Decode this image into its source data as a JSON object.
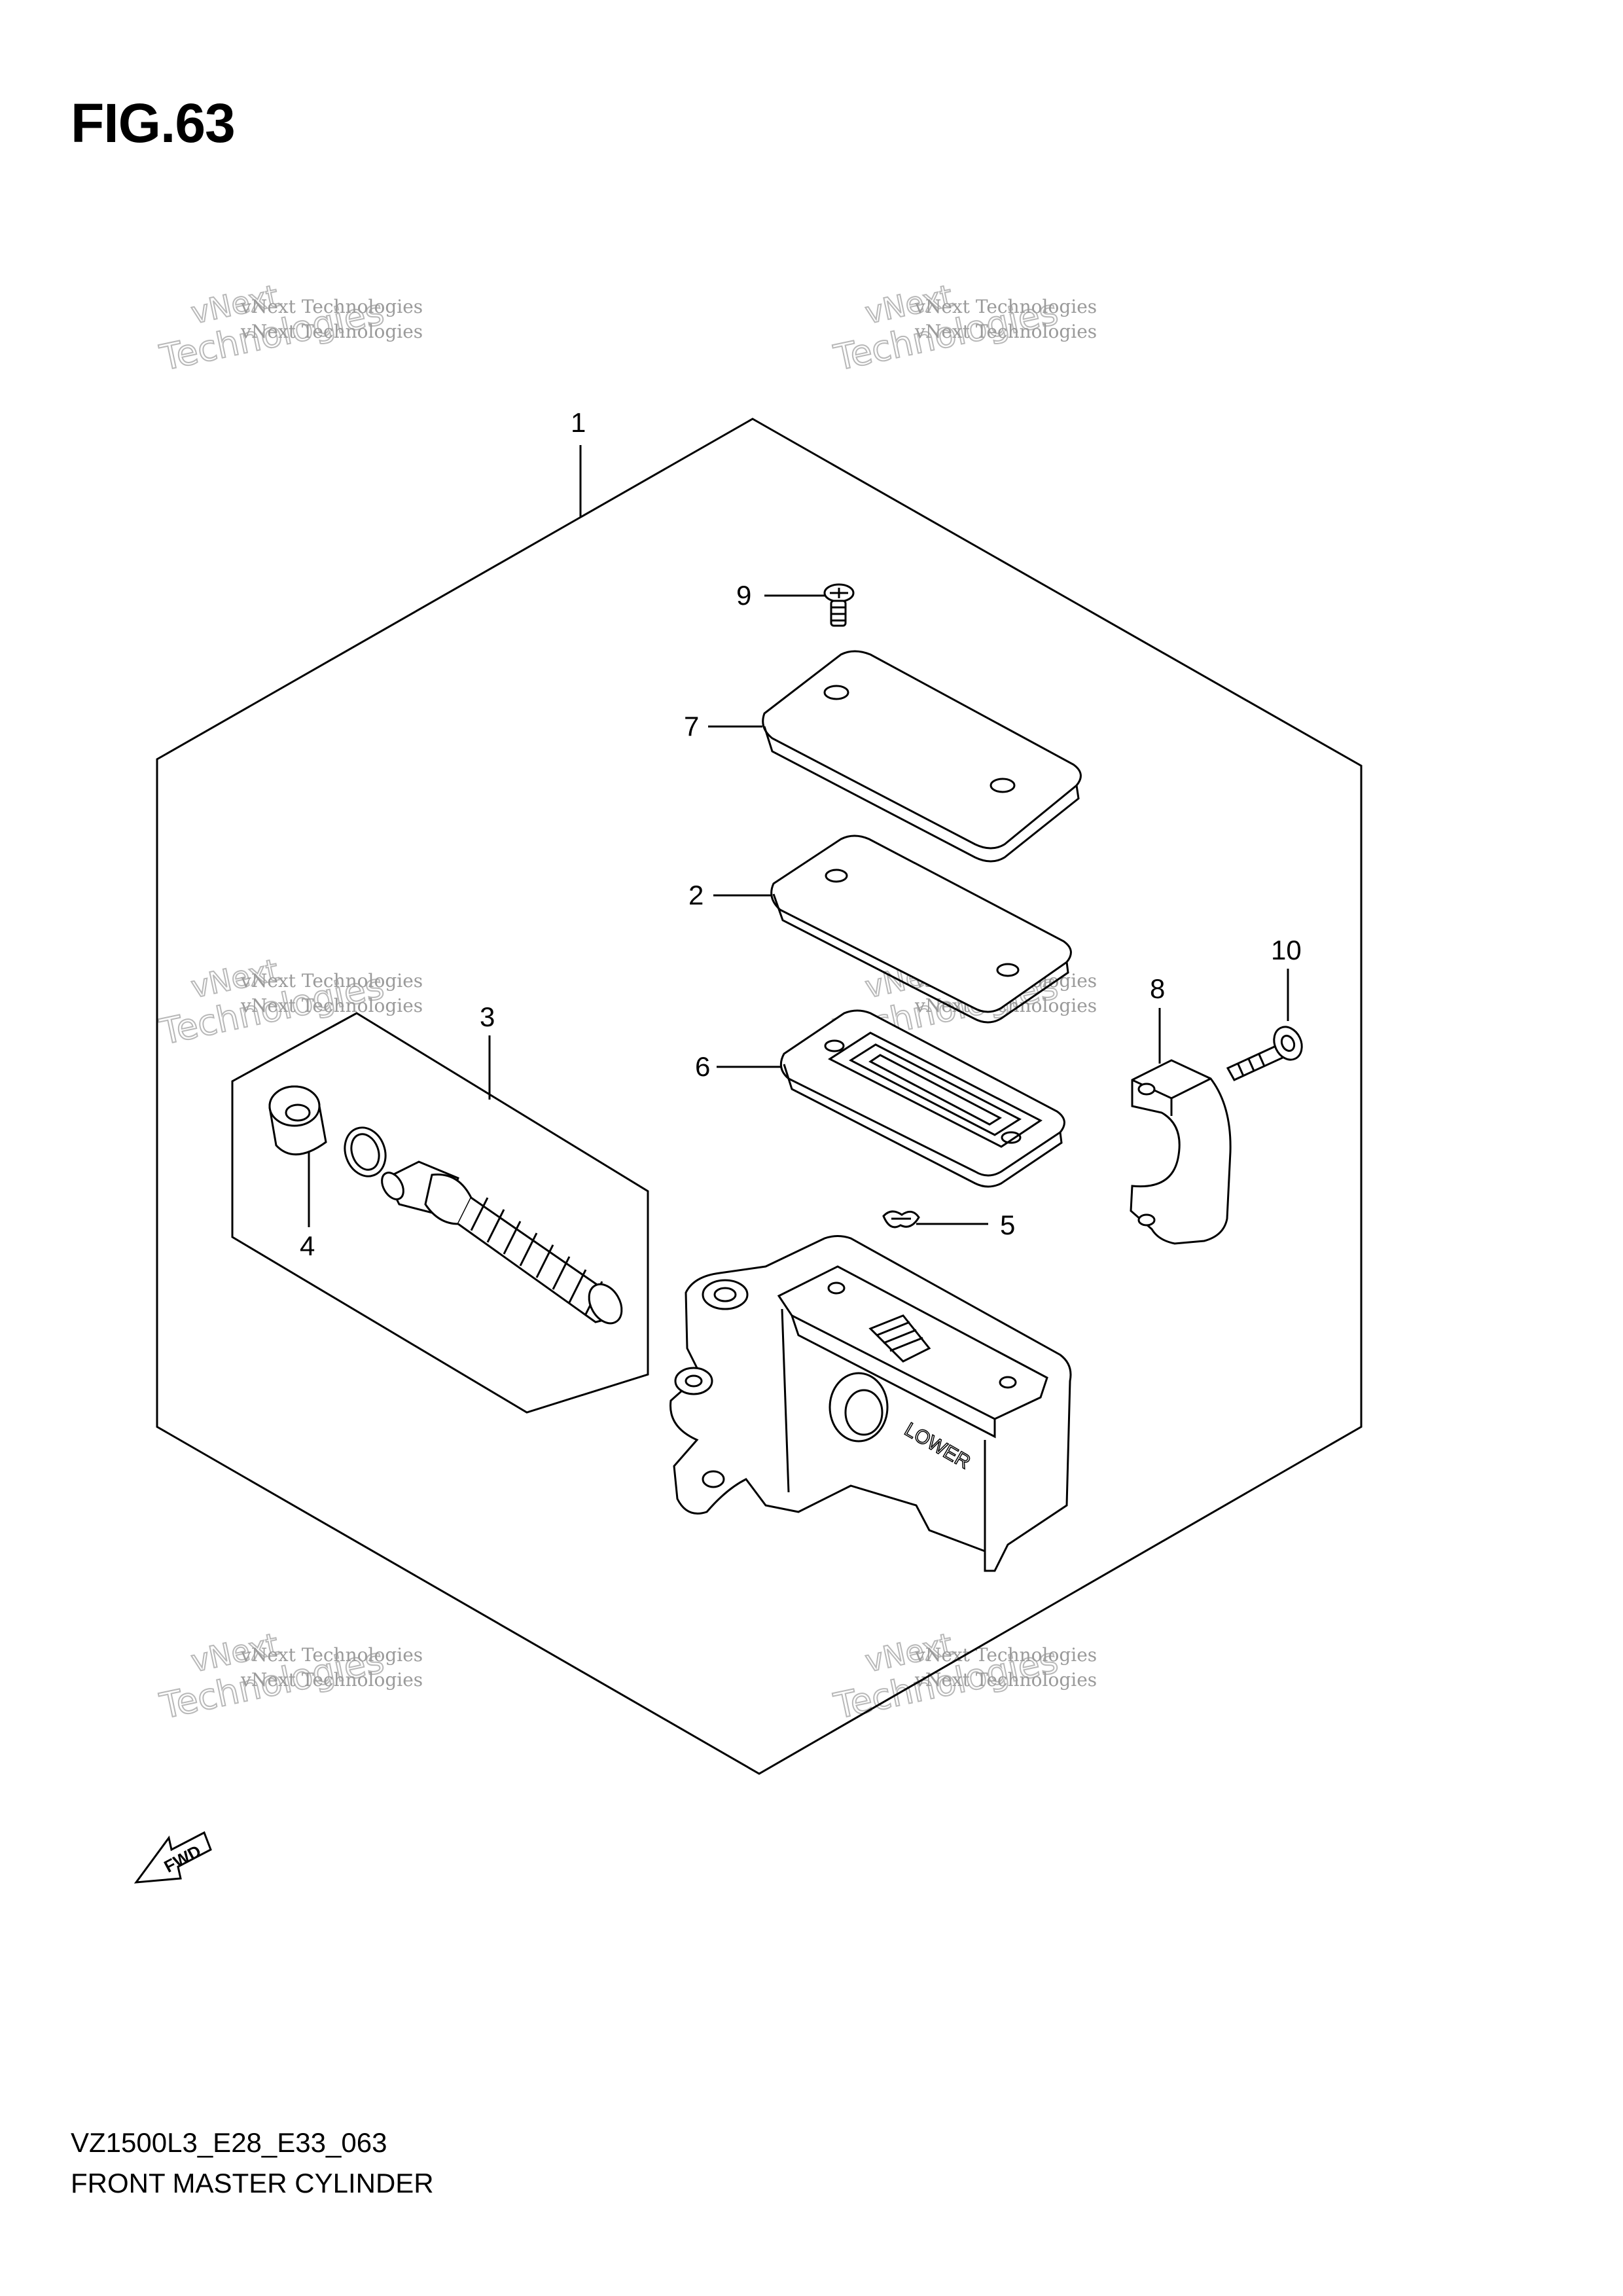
{
  "figure": {
    "title": "FIG.63",
    "model_code": "VZ1500L3_E28_E33_063",
    "name": "FRONT MASTER CYLINDER"
  },
  "callouts": [
    {
      "number": "1",
      "part": "master-cylinder-assembly"
    },
    {
      "number": "2",
      "part": "diaphragm-plate"
    },
    {
      "number": "3",
      "part": "piston-cup-set"
    },
    {
      "number": "4",
      "part": "dust-cover-boot"
    },
    {
      "number": "5",
      "part": "retaining-clip"
    },
    {
      "number": "6",
      "part": "diaphragm"
    },
    {
      "number": "7",
      "part": "reservoir-cap"
    },
    {
      "number": "8",
      "part": "holder-clamp"
    },
    {
      "number": "9",
      "part": "cap-screw"
    },
    {
      "number": "10",
      "part": "clamp-bolt"
    }
  ],
  "body_marking": "LOWER",
  "fwd_label": "FWD",
  "watermark": {
    "line_small": "vNext Technologies",
    "line_big_1": "vNext",
    "line_big_2": "Technologies"
  },
  "colors": {
    "line": "#000000",
    "watermark": "#9a9a9a"
  }
}
